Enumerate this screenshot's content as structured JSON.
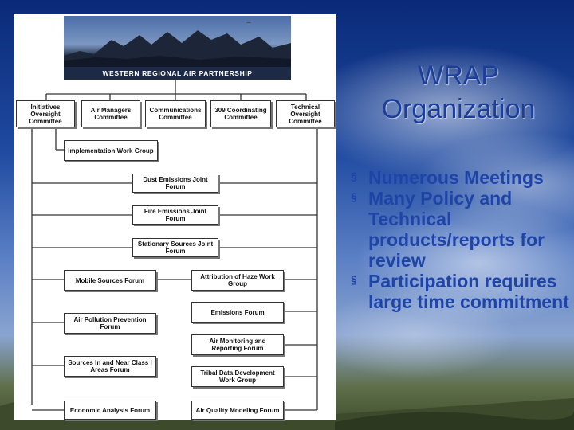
{
  "slide": {
    "title_line1": "WRAP",
    "title_line2": "Organization",
    "bullets": [
      "Numerous Meetings",
      "Many Policy and Technical products/reports for review",
      "Participation requires large time commitment"
    ],
    "bullet_marker": "§"
  },
  "org_chart": {
    "banner": "WESTERN REGIONAL AIR PARTNERSHIP",
    "committees": [
      "Initiatives Oversight Committee",
      "Air Managers Committee",
      "Communications Committee",
      "309 Coordinating Committee",
      "Technical Oversight Committee"
    ],
    "center_boxes": [
      "Implementation Work Group",
      "Dust Emissions Joint Forum",
      "Fire Emissions Joint Forum",
      "Stationary Sources Joint Forum"
    ],
    "left_forums": [
      "Mobile Sources Forum",
      "Air Pollution Prevention Forum",
      "Sources In and Near Class I Areas Forum",
      "Economic Analysis Forum"
    ],
    "right_forums": [
      "Attribution of Haze Work Group",
      "Emissions Forum",
      "Air Monitoring and Reporting Forum",
      "Tribal Data Development Work Group",
      "Air Quality Modeling Forum"
    ]
  }
}
